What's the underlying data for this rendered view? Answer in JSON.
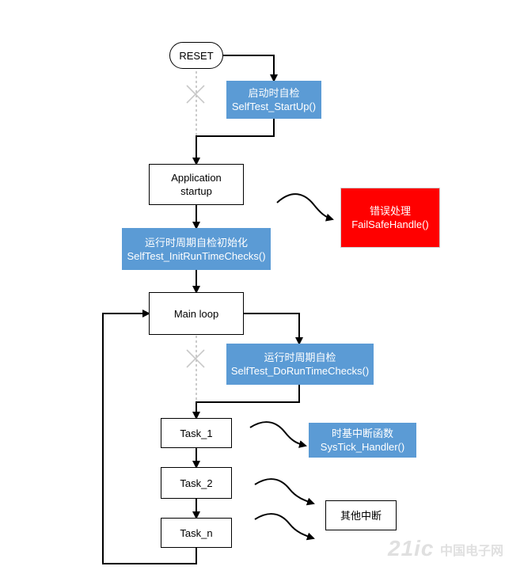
{
  "nodes": {
    "reset": "RESET",
    "selftest_startup": {
      "line1": "启动时自检",
      "line2": "SelfTest_StartUp()"
    },
    "app_startup": {
      "line1": "Application",
      "line2": "startup"
    },
    "init_runtime": {
      "line1": "运行时周期自检初始化",
      "line2": "SelfTest_InitRunTimeChecks()"
    },
    "failsafe": {
      "line1": "错误处理",
      "line2": "FailSafeHandle()"
    },
    "main_loop": "Main loop",
    "do_runtime": {
      "line1": "运行时周期自检",
      "line2": "SelfTest_DoRunTimeChecks()"
    },
    "task1": "Task_1",
    "task2": "Task_2",
    "taskn": "Task_n",
    "systick": {
      "line1": "时基中断函数",
      "line2": "SysTick_Handler()"
    },
    "other_irq": "其他中断"
  },
  "watermark": {
    "logo": "21ic",
    "site": "中国电子网"
  },
  "colors": {
    "process_blue": "#5b9bd5",
    "error_red": "#ff0000",
    "line": "#000000",
    "dashed": "#aaaaaa"
  }
}
